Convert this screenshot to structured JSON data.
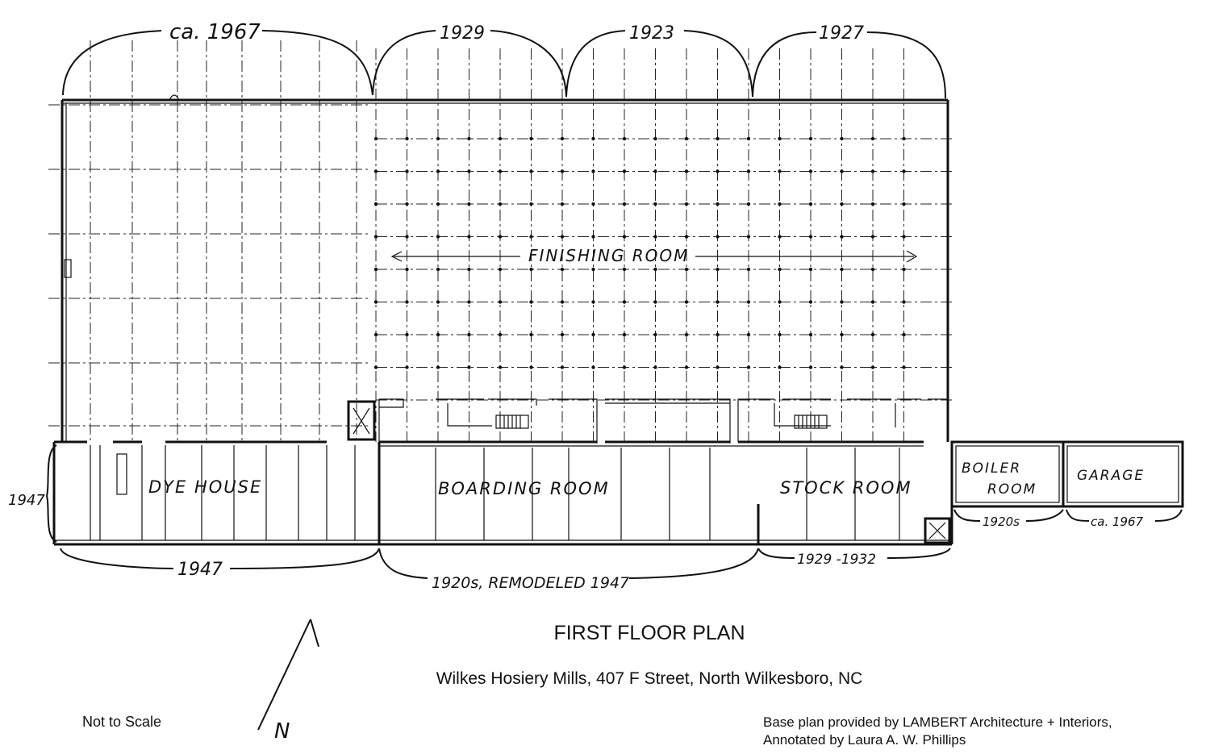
{
  "plan": {
    "title": "FIRST FLOOR PLAN",
    "subtitle": "Wilkes Hosiery Mills, 407 F Street, North Wilkesboro, NC",
    "scale_note": "Not to Scale",
    "credit_line1": "Base plan provided by LAMBERT Architecture + Interiors,",
    "credit_line2": "Annotated by Laura A. W. Phillips",
    "north_label": "N"
  },
  "rooms": {
    "finishing_room": "FINISHING ROOM",
    "dye_house": "DYE HOUSE",
    "boarding_room": "BOARDING ROOM",
    "stock_room": "STOCK ROOM",
    "boiler_room_line1": "BOILER",
    "boiler_room_line2": "ROOM",
    "garage": "GARAGE"
  },
  "dates": {
    "top_1": "ca. 1967",
    "top_2": "1929",
    "top_3": "1923",
    "top_4": "1927",
    "left_side": "1947",
    "bottom_dye": "1947",
    "bottom_boarding": "1920s, REMODELED 1947",
    "bottom_stock": "1929 -1932",
    "boiler": "1920s",
    "garage": "ca. 1967"
  }
}
